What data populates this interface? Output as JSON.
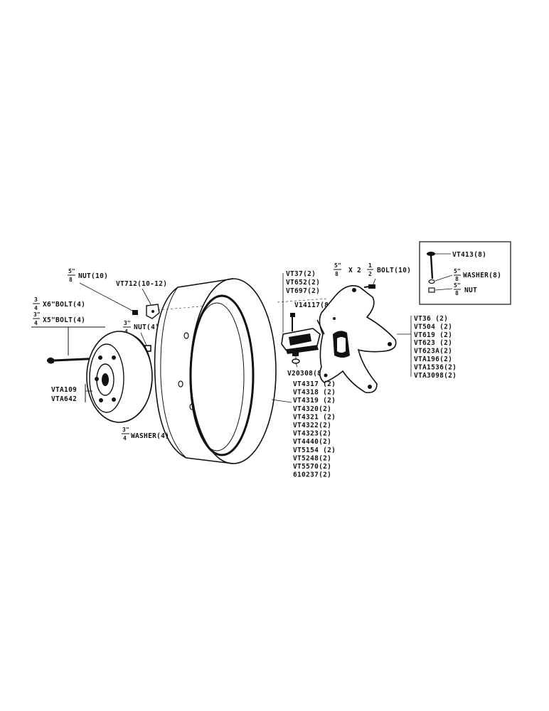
{
  "labels": {
    "nut_top": "NUT(10)",
    "nut_top_frac": [
      "5\"",
      "8"
    ],
    "vt712": "VT712(10-12)",
    "bolt6": "X6\"BOLT(4)",
    "bolt6_frac": [
      "3",
      "4"
    ],
    "bolt5": "X5\"BOLT(4)",
    "bolt5_frac": [
      "3\"",
      "4"
    ],
    "nut4": "NUT(4)",
    "nut4_frac": [
      "3\"",
      "4"
    ],
    "vta109": "VTA109",
    "vta642": "VTA642",
    "washer4": "WASHER(4)",
    "washer4_frac": [
      "3\"",
      "4"
    ],
    "vt37_group": [
      "VT37(2)",
      "VT652(2)",
      "VT697(2)"
    ],
    "v14117": "V14117(8)",
    "v20308": "V20308(8)",
    "bolt_top_main": "X 2",
    "bolt_top_frac": [
      "5\"",
      "8"
    ],
    "bolt_top_half": [
      "1",
      "2"
    ],
    "bolt_top_end": "BOLT(10)",
    "legend_box": {
      "vt413": "VT413(8)",
      "washer": "WASHER(8)",
      "washer_frac": [
        "5\"",
        "8"
      ],
      "nut": "NUT",
      "nut_frac": [
        "5\"",
        "8"
      ]
    },
    "hub_parts": [
      "VT36 (2)",
      "VT504 (2)",
      "VT619 (2)",
      "VT623 (2)",
      "VT623A(2)",
      "VTA196(2)",
      "VTA1536(2)",
      "VTA3098(2)"
    ],
    "rim_parts": [
      "VT4317 (2)",
      "VT4318 (2)",
      "VT4319 (2)",
      "VT4320(2)",
      "VT4321 (2)",
      "VT4322(2)",
      "VT4323(2)",
      "VT4440(2)",
      "VT5154 (2)",
      "VT5248(2)",
      "VT5570(2)",
      "610237(2)"
    ]
  }
}
